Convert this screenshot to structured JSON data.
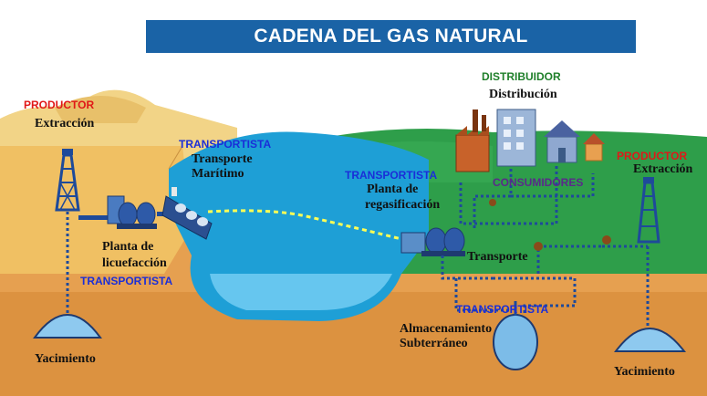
{
  "title": "CADENA DEL GAS NATURAL",
  "labels": {
    "productor_left": "PRODUCTOR",
    "extraccion_left": "Extracción",
    "transportista_sea": "TRANSPORTISTA",
    "transporte_maritimo_1": "Transporte",
    "transporte_maritimo_2": "Marítimo",
    "planta_licuefaccion_1": "Planta de",
    "planta_licuefaccion_2": "licuefacción",
    "transportista_left": "TRANSPORTISTA",
    "yacimiento_left": "Yacimiento",
    "distribuidor": "DISTRIBUIDOR",
    "distribucion": "Distribución",
    "transportista_regas": "TRANSPORTISTA",
    "planta_regas_1": "Planta de",
    "planta_regas_2": "regasificación",
    "consumidores": "CONSUMIDORES",
    "productor_right": "PRODUCTOR",
    "extraccion_right": "Extracción",
    "transporte": "Transporte",
    "transportista_storage": "TRANSPORTISTA",
    "almacenamiento_1": "Almacenamiento",
    "almacenamiento_2": "Subterráneo",
    "yacimiento_right": "Yacimiento"
  },
  "colors": {
    "title_bg": "#1a63a6",
    "productor": "#e01818",
    "transportista": "#1a2ed8",
    "distribuidor": "#1f7f2a",
    "consumidores": "#5a2a8a",
    "sea": "#1e9fd6",
    "land": "#e9a04f",
    "grass": "#2e9e4a"
  }
}
